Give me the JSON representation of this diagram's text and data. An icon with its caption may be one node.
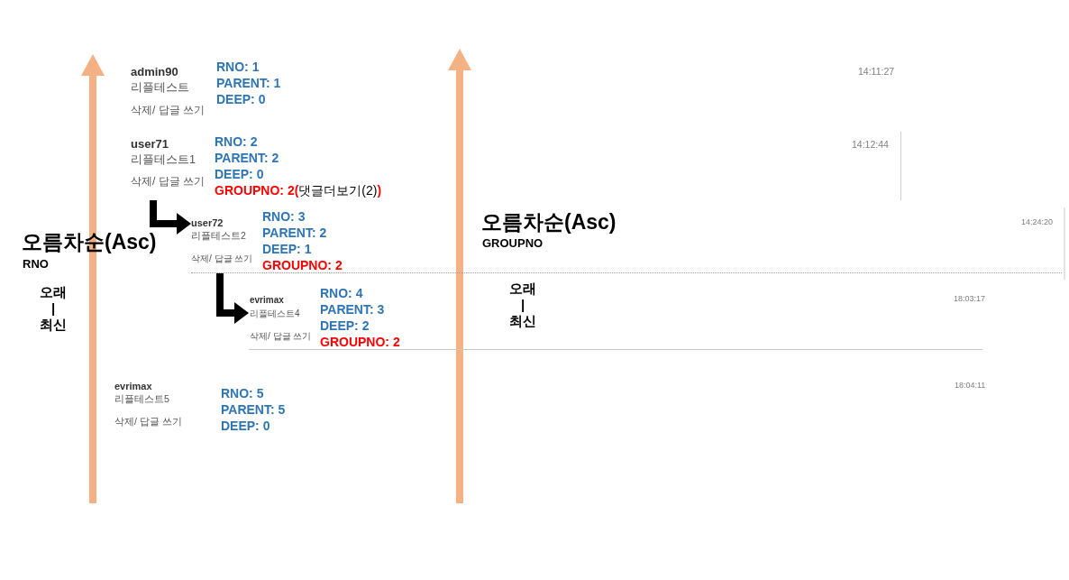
{
  "diagram": {
    "nodes": [
      {
        "text": [
          "admin90",
          "리플테스트",
          "삭제/ 답글 쓰기",
          "RNO: 1",
          "PARENT: 1",
          "DEEP: 0",
          "14:11:27"
        ]
      },
      {
        "text": [
          "user71",
          "리플테스트1",
          "삭제/ 답글 쓰기",
          "RNO: 2",
          "PARENT: 2",
          "DEEP: 0",
          "**GROUPNO: 2(**댓글더보기(2)**)**",
          "14:12:44"
        ]
      },
      {
        "text": [
          "user72",
          "리플테스트2",
          "삭제/ 답글 쓰기",
          "RNO: 3",
          "PARENT: 2",
          "DEEP: 1",
          "GROUPNO: 2",
          "14:24:20"
        ]
      },
      {
        "text": [
          "evrimax",
          "리플테스트4",
          "삭제/ 답글 쓰기",
          "RNO: 4",
          "PARENT: 3",
          "DEEP: 2",
          "GROUPNO: 2",
          "18:03:17"
        ]
      },
      {
        "text": [
          "evrimax",
          "리플테스트5",
          "삭제/ 답글 쓰기",
          "RNO: 5",
          "PARENT: 5",
          "DEEP: 0",
          "18:04:11"
        ]
      }
    ],
    "edges": [
      {
        "from": 1,
        "to": 2,
        "arrow": "to"
      },
      {
        "from": 2,
        "to": 3,
        "arrow": "to"
      }
    ],
    "labels": [
      "오름차순(Asc)",
      "RNO",
      "오래 | 최신",
      "오름차순(Asc)",
      "GROUPNO",
      "오래 | 최신"
    ]
  }
}
